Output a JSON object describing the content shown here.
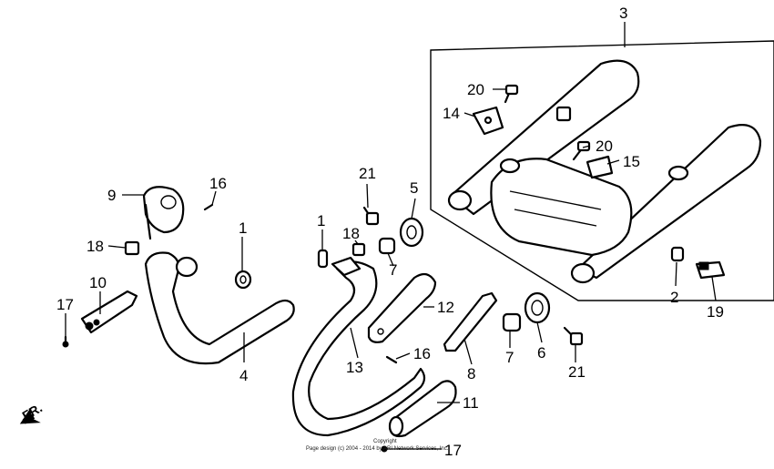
{
  "callouts": {
    "c1a": "1",
    "c1b": "1",
    "c2": "2",
    "c3": "3",
    "c4": "4",
    "c5": "5",
    "c6": "6",
    "c7a": "7",
    "c7b": "7",
    "c8": "8",
    "c9": "9",
    "c10": "10",
    "c11": "11",
    "c12": "12",
    "c13": "13",
    "c14": "14",
    "c15": "15",
    "c16a": "16",
    "c16b": "16",
    "c17a": "17",
    "c17b": "17",
    "c18a": "18",
    "c18b": "18",
    "c19": "19",
    "c20a": "20",
    "c20b": "20",
    "c21a": "21",
    "c21b": "21"
  },
  "direction_label": "FR.",
  "copyright": {
    "line1": "Copyright",
    "line2": "Page design (c) 2004 - 2014 by ARI Network Services, Inc."
  }
}
